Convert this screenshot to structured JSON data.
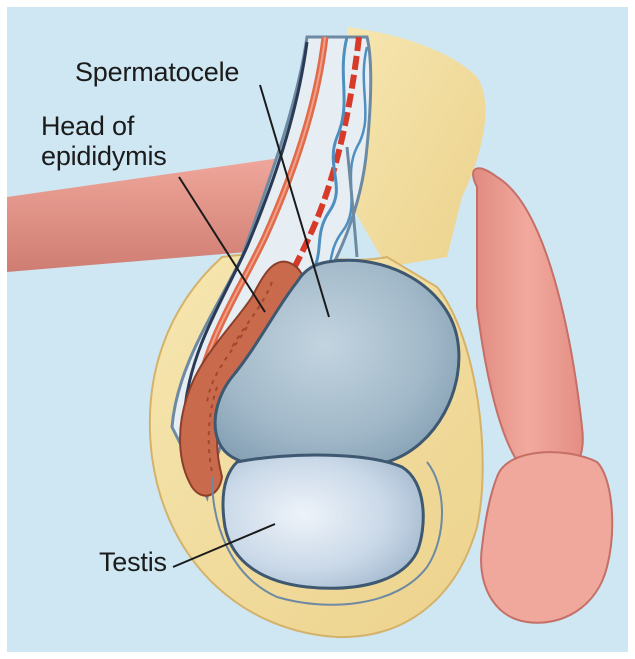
{
  "labels": {
    "spermatocele": "Spermatocele",
    "head_of_epididymis_line1": "Head of",
    "head_of_epididymis_line2": "epididymis",
    "testis": "Testis"
  },
  "colors": {
    "background": "#cfe7f3",
    "skin": "#e89a8f",
    "fat": "#f1dc9c",
    "cyst": "#9fb8c8",
    "testis": "#c5d6e6",
    "epididymis": "#c96a4c",
    "artery": "#d83a2a",
    "vein": "#4e8fc0"
  }
}
